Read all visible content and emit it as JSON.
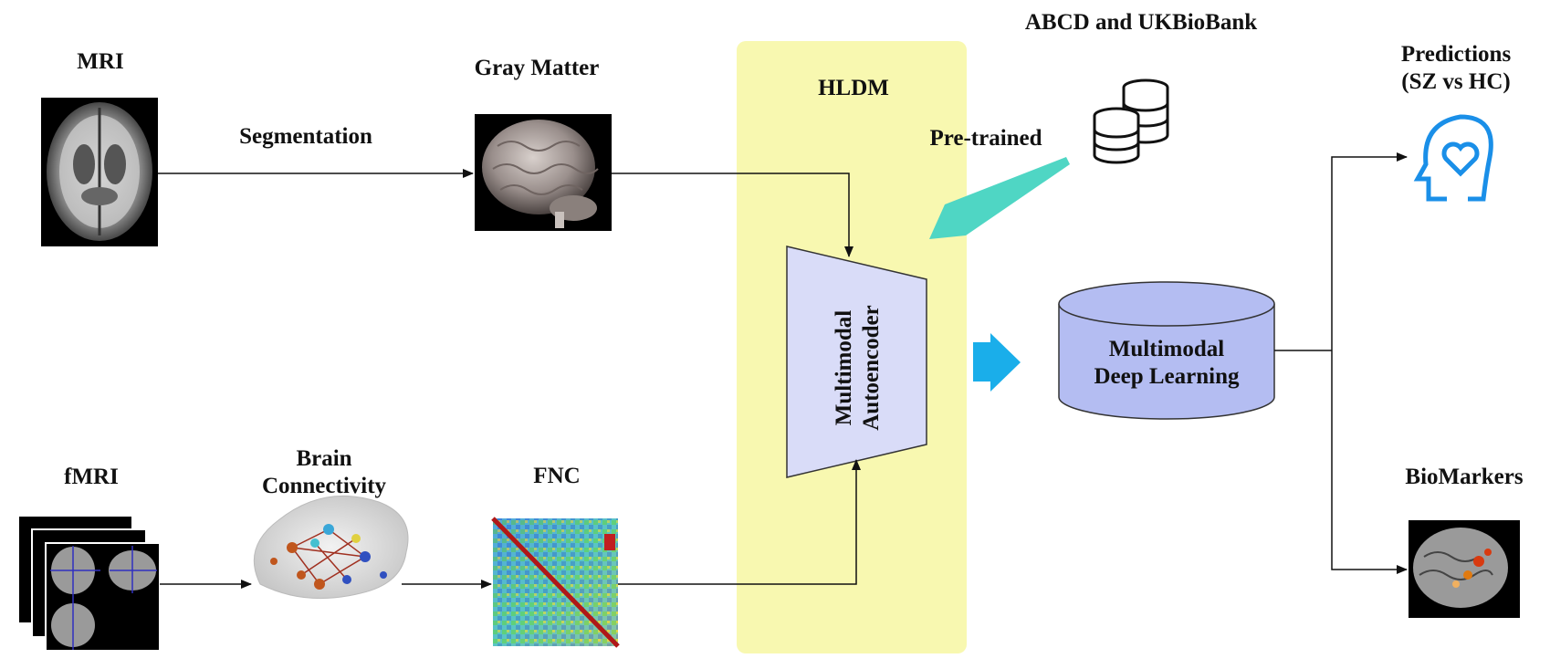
{
  "mri_label": "MRI",
  "segmentation_label": "Segmentation",
  "gray_matter_label": "Gray Matter",
  "hldm_label": "HLDM",
  "abcd_label": "ABCD and UKBioBank",
  "pretrained_label": "Pre-trained",
  "predictions_label": [
    "Predictions",
    "(SZ vs HC)"
  ],
  "autoencoder_label": [
    "Multimodal",
    "Autoencoder"
  ],
  "deep_learning_label": [
    "Multimodal",
    "Deep Learning"
  ],
  "fmri_label": "fMRI",
  "brain_connectivity_label": [
    "Brain",
    "Connectivity"
  ],
  "fnc_label": "FNC",
  "biomarkers_label": "BioMarkers",
  "colors": {
    "hldm_panel": "#f8f8b0",
    "autoencoder_fill": "#d9dcf8",
    "database_fill": "#b4bdf2",
    "pretrained_arrow": "#4fd6c4",
    "flow_arrow": "#1aaeea",
    "prediction_icon": "#1a8fe8"
  }
}
